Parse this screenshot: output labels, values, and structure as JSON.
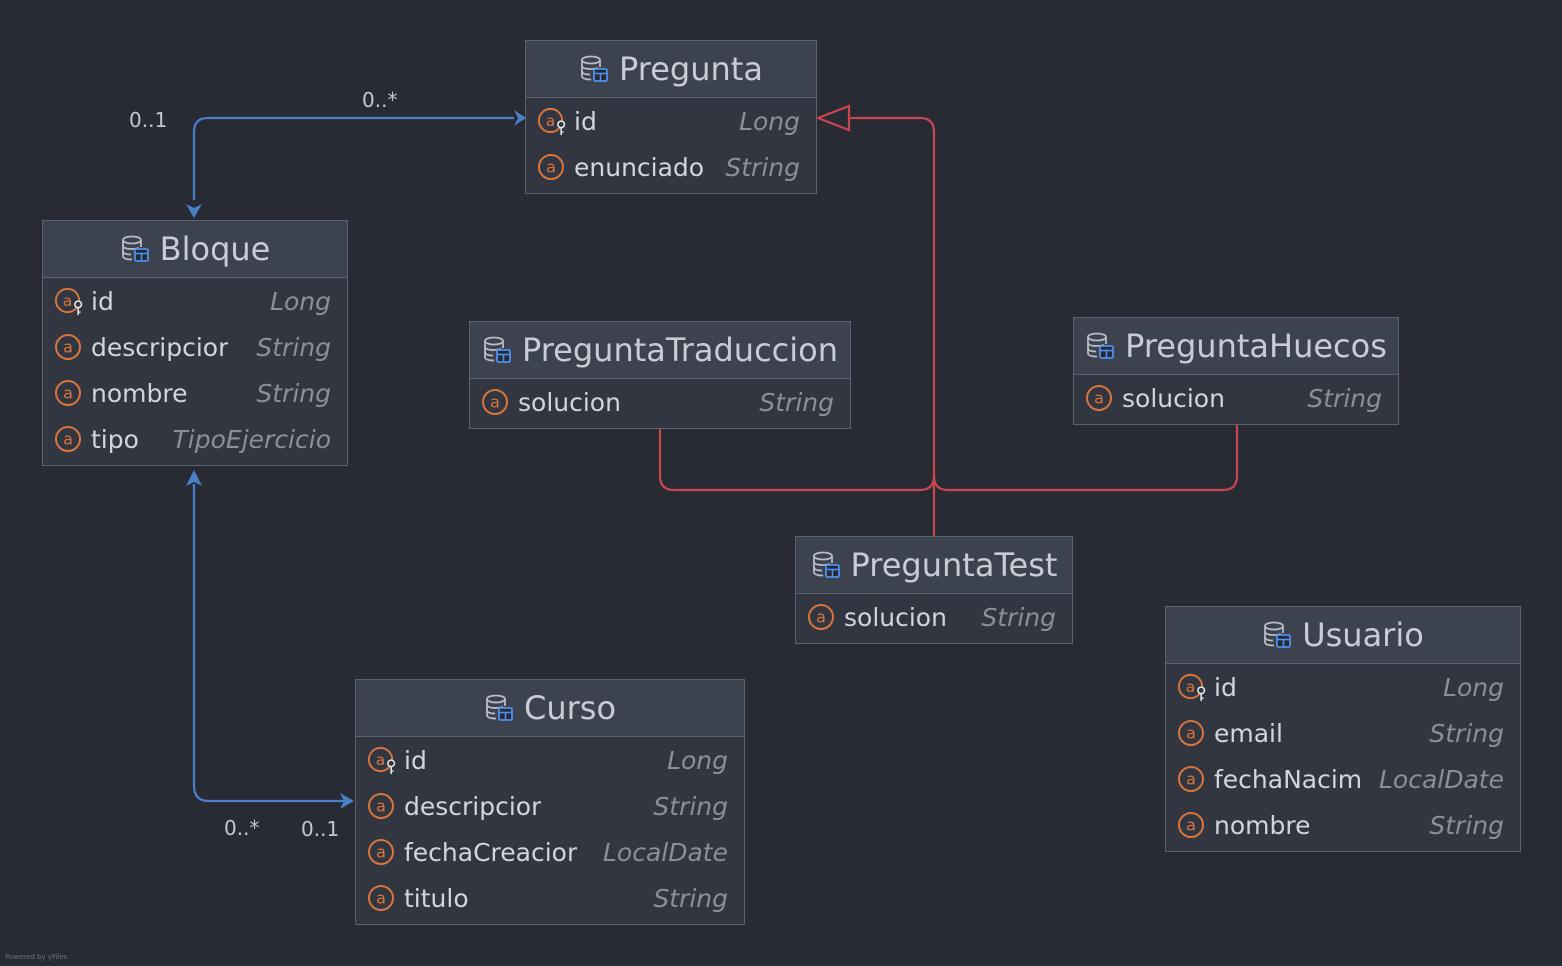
{
  "entities": {
    "pregunta": {
      "title": "Pregunta",
      "attributes": [
        {
          "name": "id",
          "type": "Long",
          "key": true
        },
        {
          "name": "enunciado",
          "type": "String",
          "key": false
        }
      ]
    },
    "bloque": {
      "title": "Bloque",
      "attributes": [
        {
          "name": "id",
          "type": "Long",
          "key": true
        },
        {
          "name": "descripcior",
          "type": "String",
          "key": false
        },
        {
          "name": "nombre",
          "type": "String",
          "key": false
        },
        {
          "name": "tipo",
          "type": "TipoEjercicio",
          "key": false
        }
      ]
    },
    "pregunta_traduccion": {
      "title": "PreguntaTraduccion",
      "attributes": [
        {
          "name": "solucion",
          "type": "String",
          "key": false
        }
      ]
    },
    "pregunta_huecos": {
      "title": "PreguntaHuecos",
      "attributes": [
        {
          "name": "solucion",
          "type": "String",
          "key": false
        }
      ]
    },
    "pregunta_test": {
      "title": "PreguntaTest",
      "attributes": [
        {
          "name": "solucion",
          "type": "String",
          "key": false
        }
      ]
    },
    "usuario": {
      "title": "Usuario",
      "attributes": [
        {
          "name": "id",
          "type": "Long",
          "key": true
        },
        {
          "name": "email",
          "type": "String",
          "key": false
        },
        {
          "name": "fechaNacim",
          "type": "LocalDate",
          "key": false
        },
        {
          "name": "nombre",
          "type": "String",
          "key": false
        }
      ]
    },
    "curso": {
      "title": "Curso",
      "attributes": [
        {
          "name": "id",
          "type": "Long",
          "key": true
        },
        {
          "name": "descripcior",
          "type": "String",
          "key": false
        },
        {
          "name": "fechaCreacior",
          "type": "LocalDate",
          "key": false
        },
        {
          "name": "titulo",
          "type": "String",
          "key": false
        }
      ]
    }
  },
  "multiplicities": {
    "bloque_pregunta_source": "0..1",
    "bloque_pregunta_target": "0..*",
    "bloque_curso_source": "0..*",
    "bloque_curso_target": "0..1"
  },
  "colors": {
    "association": "#4a7fc9",
    "inheritance": "#c9464f",
    "attribute_icon": "#d8753c",
    "key_icon": "#e8e8e8",
    "db_icon_accent": "#4e8ff0"
  },
  "icons": {
    "entity": "database-table-icon",
    "attribute": "attribute-a-icon",
    "primary_key": "key-icon"
  },
  "footer": "Powered by yFiles"
}
